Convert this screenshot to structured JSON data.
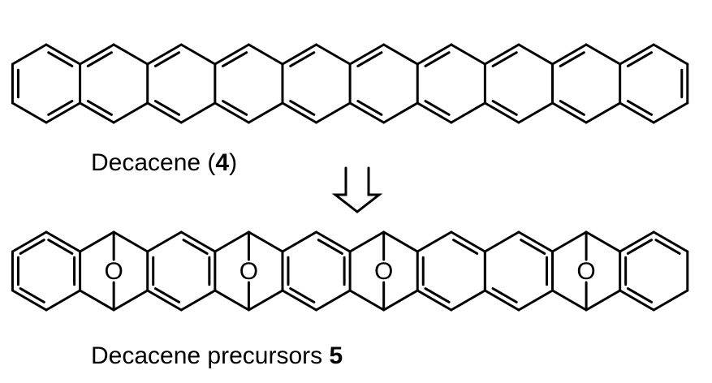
{
  "top_compound": {
    "name": "Decacene (",
    "number": "4",
    "suffix": ")"
  },
  "arrow": {
    "type": "retrosynthetic-arrow"
  },
  "bottom_compound": {
    "name": "Decacene precursors ",
    "number": "5",
    "bridge_atom": "O",
    "bridge_count": 4
  },
  "colors": {
    "ink": "#000000",
    "background": "#ffffff"
  }
}
